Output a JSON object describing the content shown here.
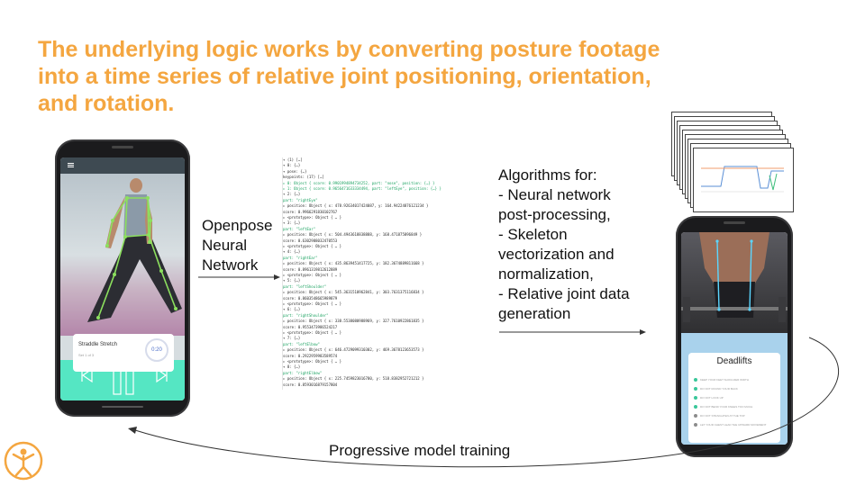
{
  "slide": {
    "title_lines": [
      "The underlying logic works by converting posture footage",
      "into a time series of relative joint positioning, orientation,",
      "and rotation."
    ]
  },
  "labels": {
    "openpose": [
      "Openpose",
      "Neural",
      "Network"
    ],
    "algorithms": [
      "Algorithms for:",
      "- Neural network",
      "post-processing,",
      "- Skeleton",
      "vectorization and",
      "normalization,",
      "- Relative joint data",
      "generation"
    ],
    "progressive": "Progressive model training"
  },
  "phone1": {
    "exercise_name": "Straddle Stretch",
    "exercise_sub": "Set 1 of 3",
    "timer": "0:20"
  },
  "json_view": {
    "lines": [
      "▾ (1) […]",
      "  ▾ 0: {…}",
      "    ▾ pose: {…}",
      "      keypoints: (17) […]",
      "        ▸ 0: Object { score: 0.9901994894734252, part: \"nose\", position: {…} }",
      "        ▸ 1: Object { score: 0.9656471633334494, part: \"leftEye\", position: {…} }",
      "        ▾ 2: {…}",
      "            part: \"rightEye\"",
      "          ▸ position: Object { x: 478.92634017424087, y: 164.94224876121234 }",
      "            score: 0.9966291830102767",
      "          ▸ <prototype>: Object { … }",
      "        ▾ 3: {…}",
      "            part: \"leftEar\"",
      "          ▸ position: Object { x: 504.4943618838888, y: 168.471875896849 }",
      "            score: 0.6302988032470553",
      "          ▸ <prototype>: Object { … }",
      "        ▾ 4: {…}",
      "            part: \"rightEar\"",
      "          ▸ position: Object { x: 435.8639451417725, y: 182.3674889811668 }",
      "            score: 0.8961319812612889",
      "          ▸ <prototype>: Object { … }",
      "        ▾ 5: {…}",
      "            part: \"leftShoulder\"",
      "          ▸ position: Object { x: 545.3631510962841, y: 303.7631375116834 }",
      "            score: 0.8603548665989879",
      "          ▸ <prototype>: Object { … }",
      "        ▾ 6: {…}",
      "            part: \"rightShoulder\"",
      "          ▸ position: Object { x: 338.5538080988969, y: 327.7610922861835 }",
      "            score: 0.9553473986524217",
      "          ▸ <prototype>: Object { … }",
      "        ▾ 7: {…}",
      "            part: \"leftElbow\"",
      "          ▸ position: Object { x: 646.4729099310302, y: 469.3678123653573 }",
      "            score: 0.2922959983589574",
      "          ▸ <prototype>: Object { … }",
      "        ▾ 8: {…}",
      "            part: \"rightElbow\"",
      "          ▸ position: Object { x: 225.7459823016780, y: 518.8382952721212 }",
      "            score: 0.8593016879157804"
    ]
  },
  "phone2": {
    "exercise_title": "Deadlifts",
    "checklist": [
      {
        "text": "KEEP YOUR FEET SHOULDER WIDTH",
        "done": true
      },
      {
        "text": "DO NOT ROUND YOUR BACK",
        "done": true
      },
      {
        "text": "DO NOT LOOK UP",
        "done": true
      },
      {
        "text": "DO NOT BEND YOUR KNEES TOO MUCH",
        "done": true
      },
      {
        "text": "DO NOT STRAIGHTEN AT THE TOP",
        "done": false
      },
      {
        "text": "LET YOUR CHEST LEAD THE UPWARD MOVEMENT",
        "done": false
      }
    ]
  },
  "colors": {
    "title": "#f4a640",
    "accent_green": "#4de2bf",
    "check_done": "#39c79a",
    "check_pending": "#8c8c8c",
    "skeleton": "#8ce05e"
  }
}
